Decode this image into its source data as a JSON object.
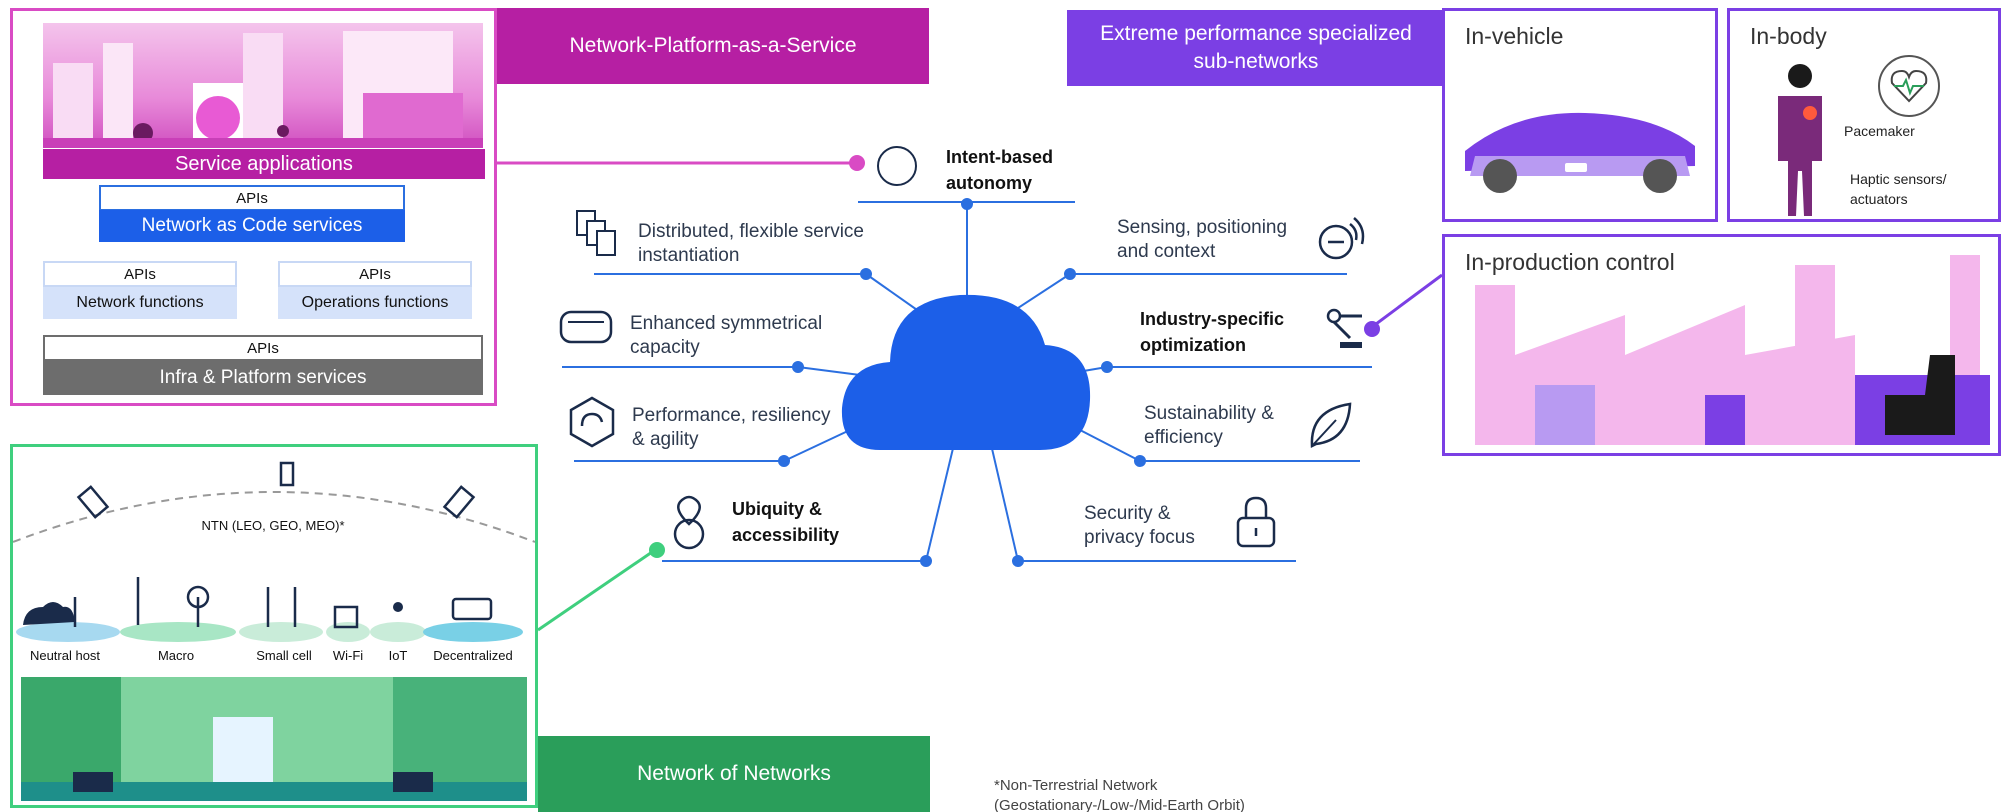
{
  "platform": {
    "banner": "Network-Platform-as-a-Service",
    "service_applications": "Service applications",
    "apis_label": "APIs",
    "network_as_code": "Network as Code services",
    "network_functions": "Network functions",
    "operations_functions": "Operations functions",
    "infra_platform": "Infra & Platform services"
  },
  "network": {
    "banner": "Network of Networks",
    "ntn_label": "NTN (LEO, GEO, MEO)*",
    "access_types": [
      "Neutral host",
      "Macro",
      "Small cell",
      "Wi-Fi",
      "IoT",
      "Decentralized"
    ]
  },
  "subnetworks": {
    "banner": "Extreme performance specialized sub-networks",
    "in_vehicle": "In-vehicle",
    "in_body": "In-body",
    "pacemaker": "Pacemaker",
    "haptic": "Haptic sensors/ actuators",
    "in_production": "In-production control"
  },
  "capabilities": {
    "intent": "Intent-based autonomy",
    "distributed": "Distributed, flexible service instantiation",
    "sensing": "Sensing, positioning and context",
    "symmetrical": "Enhanced symmetrical capacity",
    "industry": "Industry-specific optimization",
    "performance": "Performance, resiliency & agility",
    "sustainability": "Sustainability & efficiency",
    "ubiquity": "Ubiquity & accessibility",
    "security": "Security & privacy focus"
  },
  "footnote": "*Non-Terrestrial Network (Geostationary-/Low-/Mid-Earth Orbit)",
  "colors": {
    "magenta": "#b61fa3",
    "purple": "#7b3fe4",
    "green": "#2a9e5a",
    "blue": "#1c5fe8",
    "line_blue": "#2b6fe0"
  },
  "icons": [
    "gear-cycle-icon",
    "layers-icon",
    "sensing-icon",
    "vr-headset-icon",
    "robot-arm-icon",
    "resiliency-icon",
    "leaf-icon",
    "location-globe-icon",
    "lock-icon",
    "cloud-icon",
    "car-icon",
    "heart-icon",
    "factory-icon",
    "satellite-icon",
    "antenna-icon"
  ]
}
